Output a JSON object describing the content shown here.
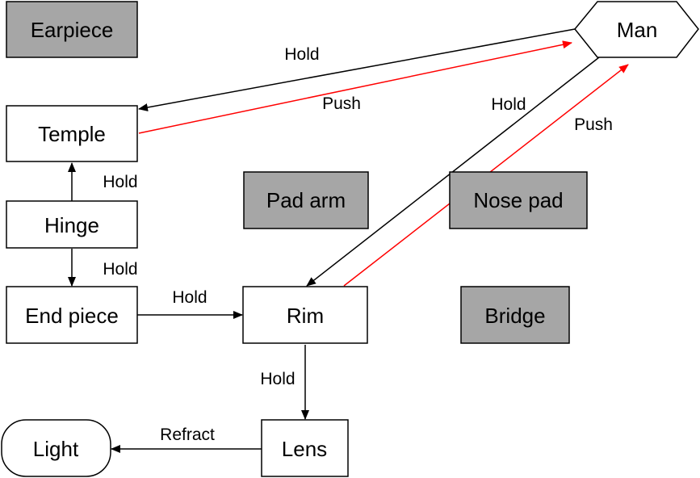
{
  "colors": {
    "grey_fill": "#a6a6a6",
    "white_fill": "#ffffff",
    "black_line": "#000000",
    "red_line": "#ff0000"
  },
  "nodes": {
    "earpiece": "Earpiece",
    "man": "Man",
    "temple": "Temple",
    "hinge": "Hinge",
    "end_piece": "End piece",
    "pad_arm": "Pad arm",
    "nose_pad": "Nose pad",
    "rim": "Rim",
    "bridge": "Bridge",
    "lens": "Lens",
    "light": "Light"
  },
  "edges": {
    "man_temple": "Hold",
    "temple_man": "Push",
    "man_rim": "Hold",
    "rim_man": "Push",
    "hinge_temple": "Hold",
    "hinge_endpiece": "Hold",
    "endpiece_rim": "Hold",
    "rim_lens": "Hold",
    "lens_light": "Refract"
  }
}
